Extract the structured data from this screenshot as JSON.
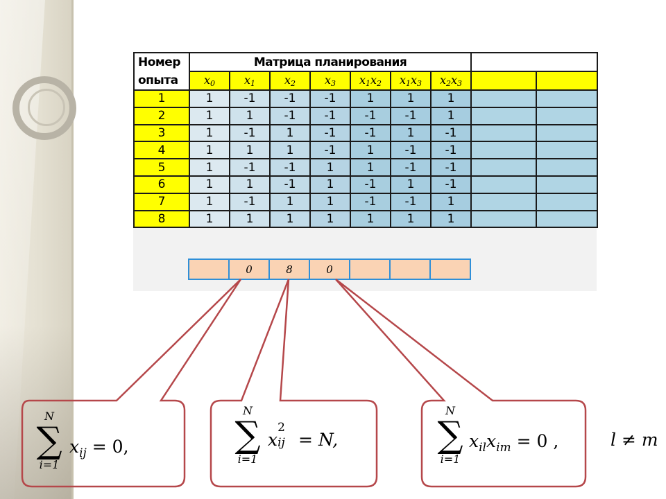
{
  "colors": {
    "highlight": "#ffff00",
    "sum_cell_fill": "#fad3b4",
    "sum_cell_border": "#2f8fd8",
    "callout_stroke": "#b5474a"
  },
  "table": {
    "header_number_line1": "Номер",
    "header_number_line2": "опыта",
    "header_title": "Матрица планирования",
    "columns": [
      {
        "base": "x",
        "sub": "0"
      },
      {
        "base": "x",
        "sub": "1"
      },
      {
        "base": "x",
        "sub": "2"
      },
      {
        "base": "x",
        "sub": "3"
      },
      {
        "base": "x",
        "sub": "1",
        "base2": "x",
        "sub2": "2"
      },
      {
        "base": "x",
        "sub": "1",
        "base2": "x",
        "sub2": "3"
      },
      {
        "base": "x",
        "sub": "2",
        "base2": "x",
        "sub2": "3"
      }
    ],
    "rows": [
      {
        "n": "1",
        "v": [
          "1",
          "-1",
          "-1",
          "-1",
          "1",
          "1",
          "1"
        ]
      },
      {
        "n": "2",
        "v": [
          "1",
          "1",
          "-1",
          "-1",
          "-1",
          "-1",
          "1"
        ]
      },
      {
        "n": "3",
        "v": [
          "1",
          "-1",
          "1",
          "-1",
          "-1",
          "1",
          "-1"
        ]
      },
      {
        "n": "4",
        "v": [
          "1",
          "1",
          "1",
          "-1",
          "1",
          "-1",
          "-1"
        ]
      },
      {
        "n": "5",
        "v": [
          "1",
          "-1",
          "-1",
          "1",
          "1",
          "-1",
          "-1"
        ]
      },
      {
        "n": "6",
        "v": [
          "1",
          "1",
          "-1",
          "1",
          "-1",
          "1",
          "-1"
        ]
      },
      {
        "n": "7",
        "v": [
          "1",
          "-1",
          "1",
          "1",
          "-1",
          "-1",
          "1"
        ]
      },
      {
        "n": "8",
        "v": [
          "1",
          "1",
          "1",
          "1",
          "1",
          "1",
          "1"
        ]
      }
    ]
  },
  "sums_row": [
    "",
    "0",
    "8",
    "0",
    "",
    "",
    ""
  ],
  "formulas": {
    "f1": {
      "upper": "N",
      "lower": "i=1",
      "expr": "x",
      "sub": "ij",
      "tail": " = 0,"
    },
    "f2": {
      "upper": "N",
      "lower": "i=1",
      "expr": "x",
      "sup": "2",
      "sub": "ij",
      "tail": " = N,"
    },
    "f3": {
      "upper": "N",
      "lower": "i=1",
      "expr1": "x",
      "sub1": "il",
      "expr2": "x",
      "sub2": "im",
      "tail": " = 0 ,"
    },
    "condition": "l ≠ m"
  }
}
